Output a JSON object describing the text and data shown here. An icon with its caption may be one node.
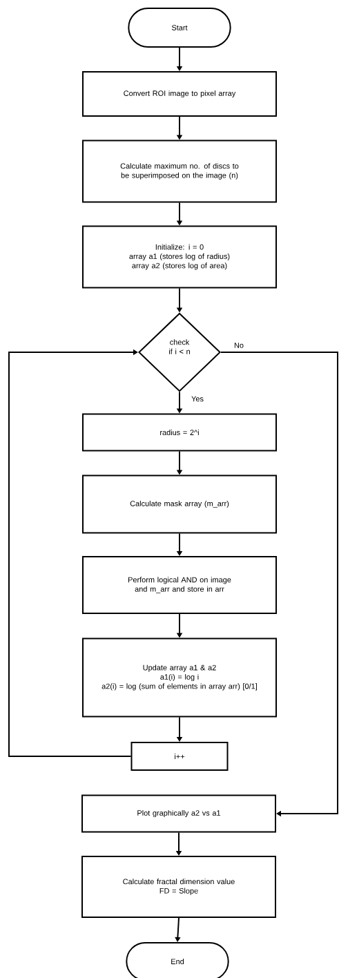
{
  "diagram": {
    "nodes": [
      {
        "text": [
          "Start"
        ]
      },
      {
        "text": [
          "Convert ROI image to pixel array"
        ]
      },
      {
        "text": [
          "Calculate maximum no. of discs to be superimposed on the image (n)"
        ]
      },
      {
        "text": [
          "Initialize: i = 0",
          "array a1 (stores log of radius)",
          "array a2 (stores log of area)"
        ]
      },
      {
        "text": [
          "check if i < n"
        ]
      },
      {
        "text": [
          "radius = 2^i"
        ]
      },
      {
        "text": [
          "Calculate mask array (m_arr)"
        ]
      },
      {
        "text": [
          "Perform logical AND on image and m_arr and store in arr"
        ]
      },
      {
        "text": [
          "Update array a1 & a2",
          "a1(i) = log i",
          "a2(i) = log (sum of elements in array arr) [0/1]"
        ]
      },
      {
        "text": [
          "i++"
        ]
      },
      {
        "text": [
          "Plot graphically a2 vs a1"
        ]
      },
      {
        "text": [
          "Calculate fractal dimension value",
          "FD = Slope"
        ]
      },
      {
        "text": [
          "End"
        ]
      }
    ],
    "edges": [
      {
        "from": 0,
        "to": 1,
        "arrow": "to"
      },
      {
        "from": 1,
        "to": 2,
        "arrow": "to"
      },
      {
        "from": 2,
        "to": 3,
        "arrow": "to"
      },
      {
        "from": 3,
        "to": 4,
        "arrow": "to"
      },
      {
        "from": 4,
        "to": 5,
        "arrow": "to",
        "label": "Yes"
      },
      {
        "from": 5,
        "to": 6,
        "arrow": "to"
      },
      {
        "from": 6,
        "to": 7,
        "arrow": "to"
      },
      {
        "from": 7,
        "to": 8,
        "arrow": "to"
      },
      {
        "from": 8,
        "to": 9,
        "arrow": "to"
      },
      {
        "from": 9,
        "to": 4,
        "arrow": "to"
      },
      {
        "from": 4,
        "to": 10,
        "arrow": "to",
        "label": "No"
      },
      {
        "from": 10,
        "to": 11,
        "arrow": "to"
      },
      {
        "from": 11,
        "to": 12,
        "arrow": "to"
      }
    ]
  }
}
